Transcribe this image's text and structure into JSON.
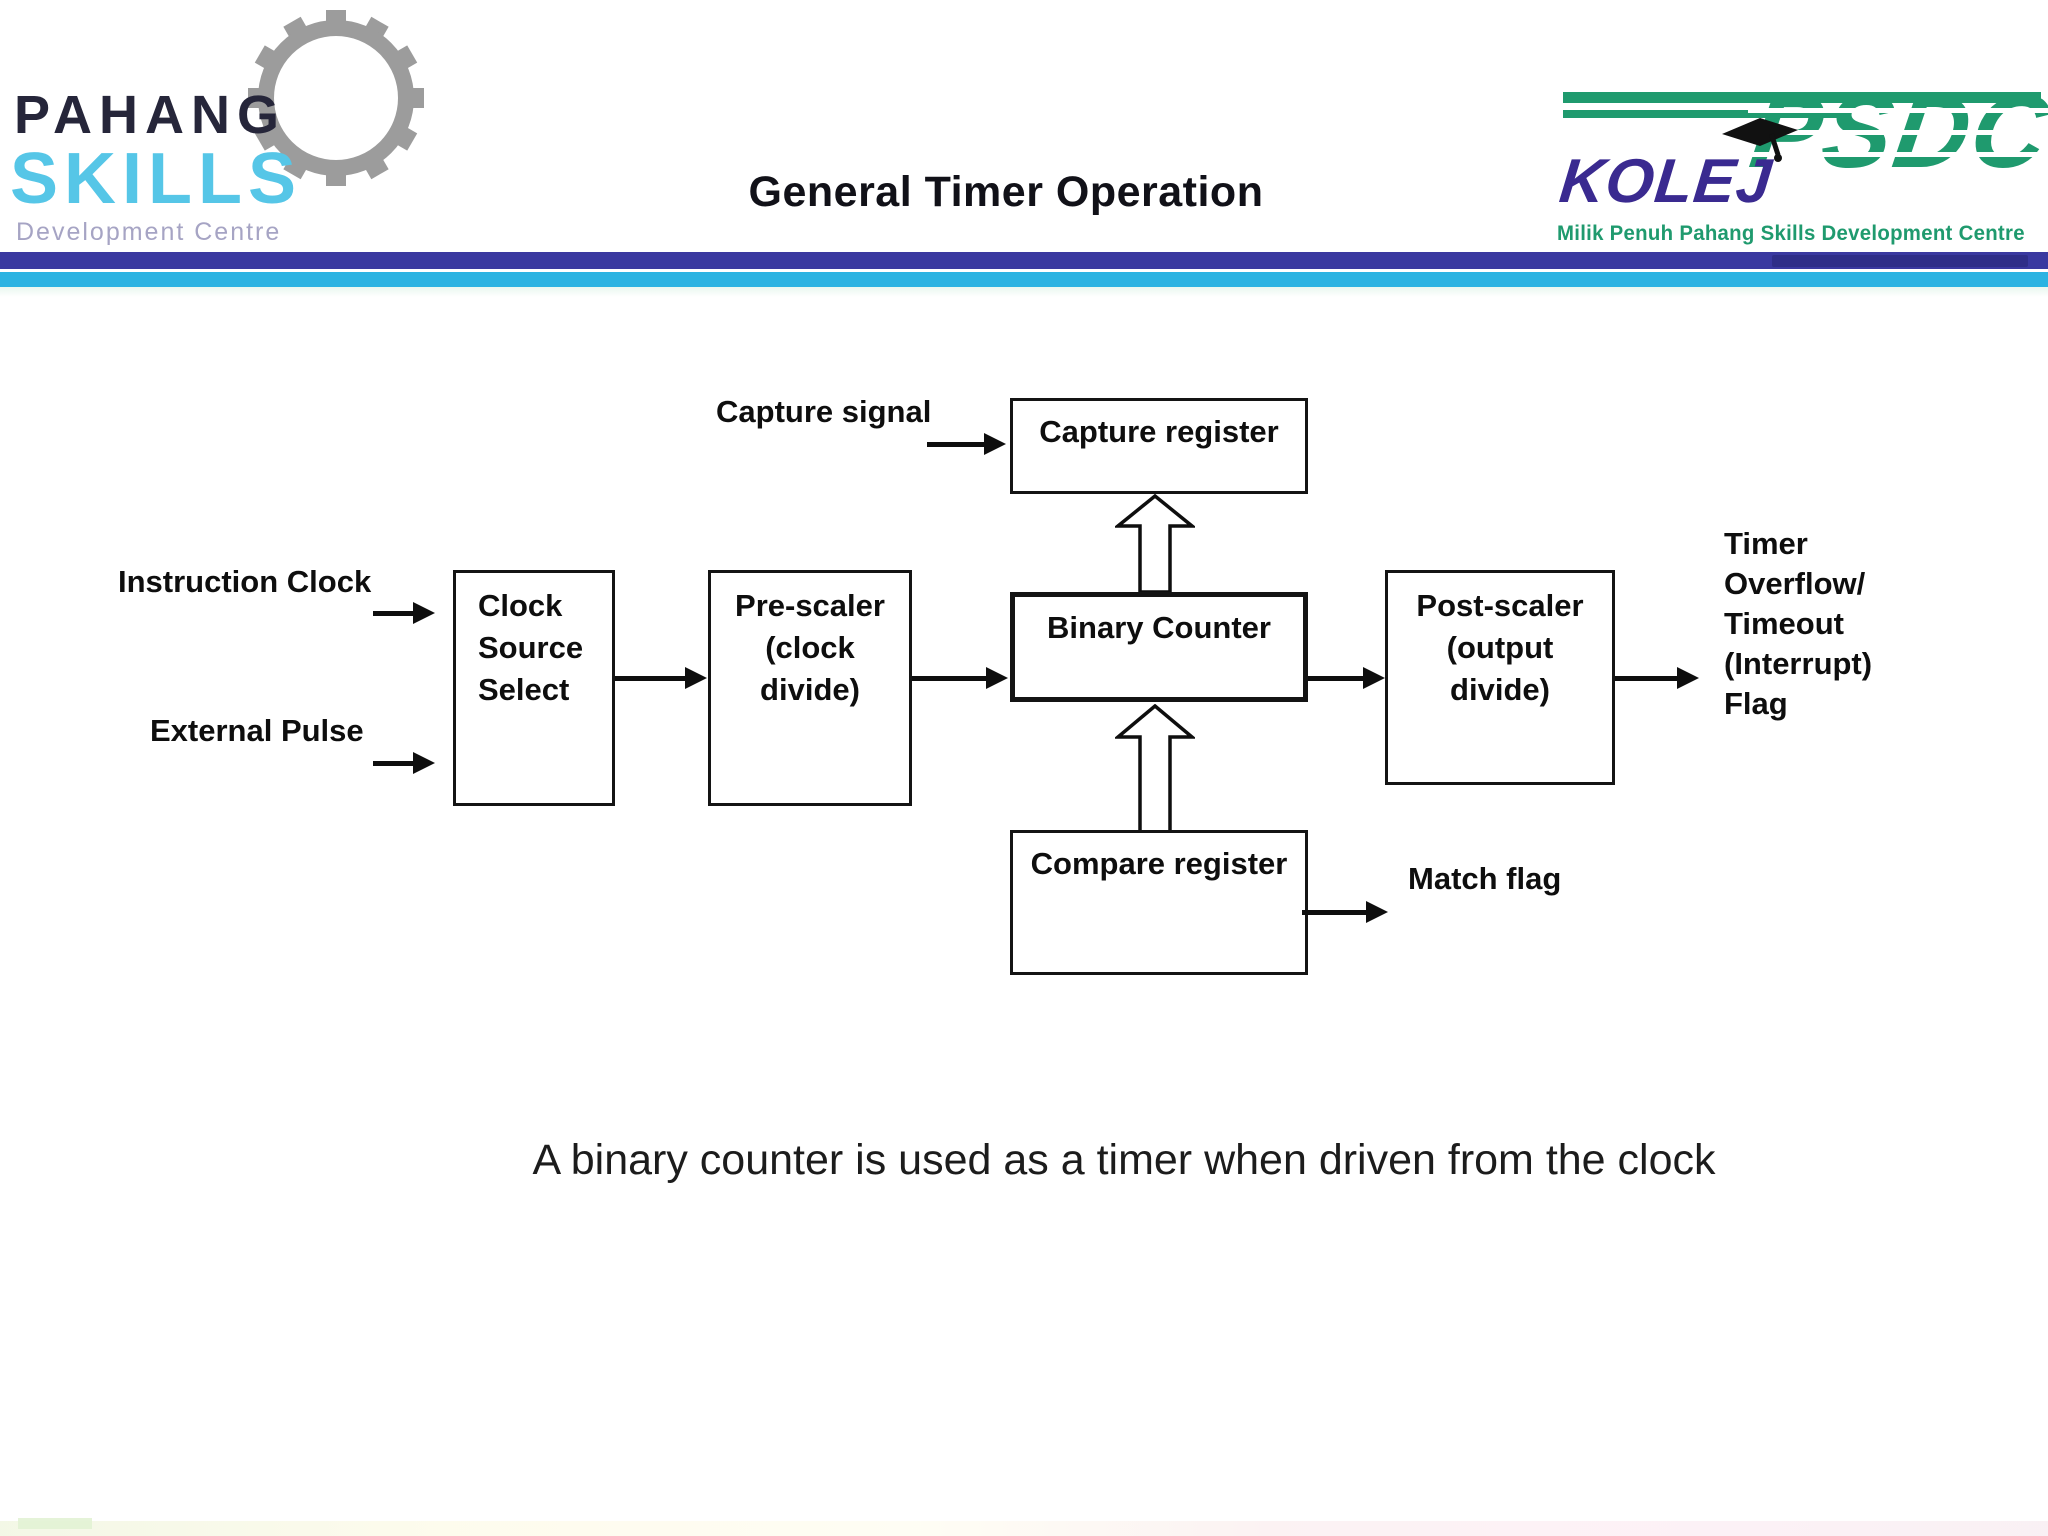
{
  "header": {
    "title": "General Timer Operation"
  },
  "logo_pahang": {
    "name": "PAHANG",
    "skills": "SKILLS",
    "tagline": "Development Centre"
  },
  "logo_psdc": {
    "kolej": "KOLEJ",
    "psdc": "PSDC",
    "tagline": "Milik Penuh Pahang Skills Development Centre"
  },
  "diagram": {
    "inputs": {
      "instruction_clock": "Instruction Clock",
      "external_pulse": "External Pulse",
      "capture_signal": "Capture signal"
    },
    "blocks": {
      "clock_source": "Clock\nSource\nSelect",
      "prescaler": "Pre-scaler\n(clock\ndivide)",
      "binary_counter": "Binary Counter",
      "postscaler": "Post-scaler\n(output\ndivide)",
      "capture_register": "Capture register",
      "compare_register": "Compare register"
    },
    "outputs": {
      "timer_overflow": "Timer\nOverflow/\nTimeout\n(Interrupt)\nFlag",
      "match_flag": "Match flag"
    }
  },
  "caption": {
    "text": "A binary counter is used as a timer when driven from the clock"
  },
  "colors": {
    "band_indigo": "#3a39a0",
    "band_cyan": "#2bb3e2",
    "psdc_green": "#1f9a6e",
    "kolej_purple": "#3a2a90",
    "skills_cyan": "#56c6e7",
    "diagram_ink": "#0e0e0e"
  }
}
